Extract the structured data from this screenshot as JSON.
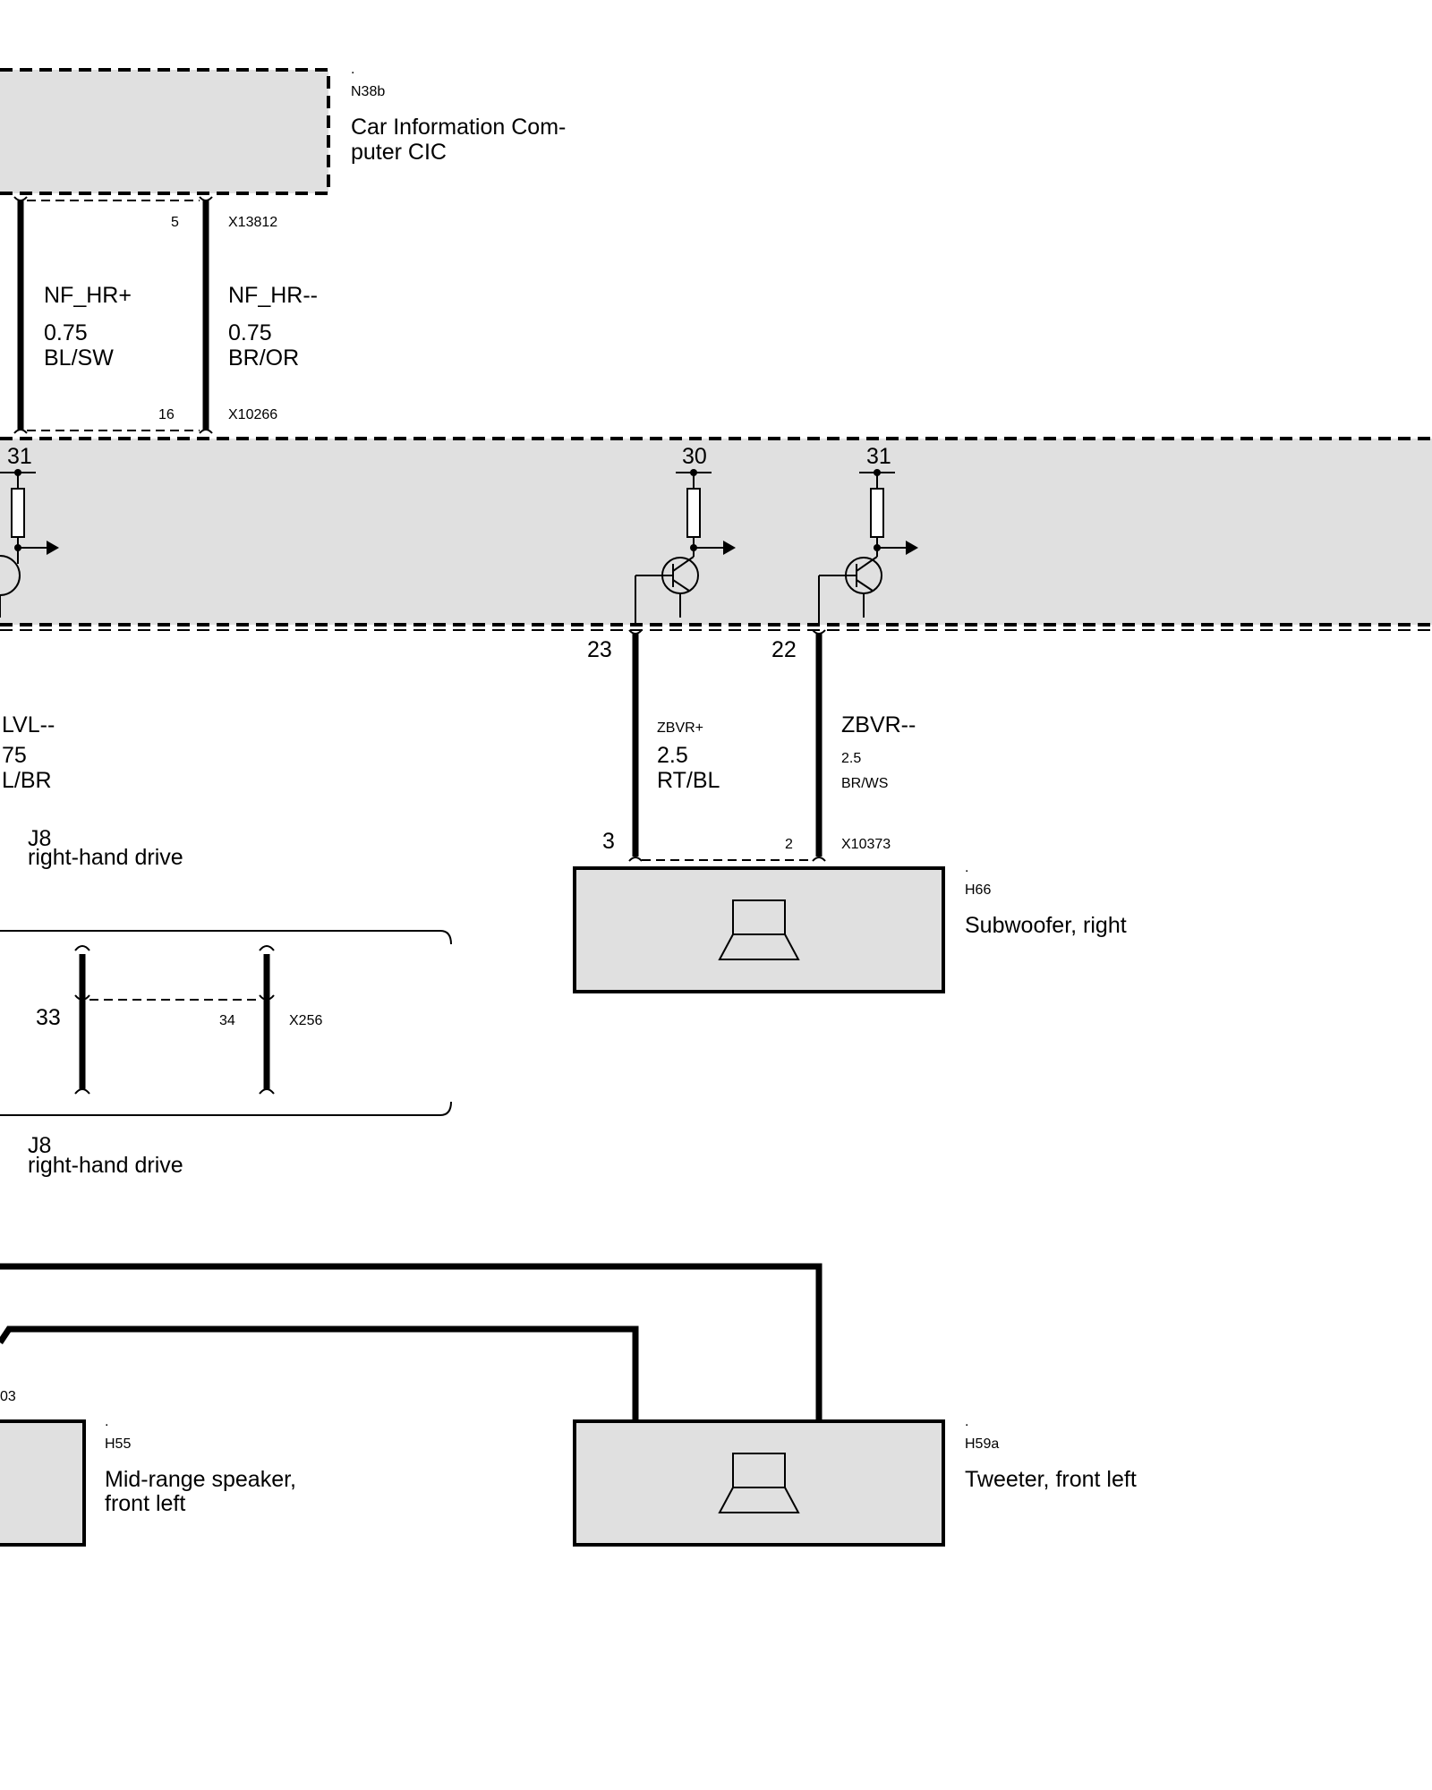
{
  "components": {
    "n38b": {
      "dot": ".",
      "id": "N38b",
      "name_line1": "Car Information Com-",
      "name_line2": "puter CIC"
    },
    "h66": {
      "dot": ".",
      "id": "H66",
      "name": "Subwoofer, right"
    },
    "h55": {
      "dot": ".",
      "id": "H55",
      "name_line1": "Mid-range speaker,",
      "name_line2": "front left"
    },
    "h59a": {
      "dot": ".",
      "id": "H59a",
      "name": "Tweeter, front left"
    }
  },
  "connectors": {
    "x13812": {
      "id": "X13812",
      "pin": "5"
    },
    "x10266": {
      "id": "X10266",
      "pin": "16"
    },
    "x10373": {
      "id": "X10373",
      "pin_left": "3",
      "pin_right": "2"
    },
    "x256": {
      "id": "X256",
      "pin_left": "33",
      "pin_right": "34"
    },
    "partial_id": "03"
  },
  "wires": {
    "nf_hr_plus": {
      "signal": "NF_HR+",
      "gauge": "0.75",
      "color": "BL/SW"
    },
    "nf_hr_minus": {
      "signal": "NF_HR--",
      "gauge": "0.75",
      "color": "BR/OR"
    },
    "lvl_minus": {
      "signal": "LVL--",
      "gauge": "75",
      "color": "L/BR"
    },
    "zbvr_plus": {
      "signal": "ZBVR+",
      "gauge": "2.5",
      "color": "RT/BL"
    },
    "zbvr_minus": {
      "signal": "ZBVR--",
      "gauge": "2.5",
      "color": "BR/WS"
    }
  },
  "amplifier": {
    "pins_top": [
      "31",
      "30",
      "31"
    ],
    "pins_bottom": [
      "23",
      "22"
    ]
  },
  "variants": [
    {
      "code": "J8",
      "text": "right-hand drive"
    },
    {
      "code": "J8",
      "text": "right-hand drive"
    }
  ]
}
